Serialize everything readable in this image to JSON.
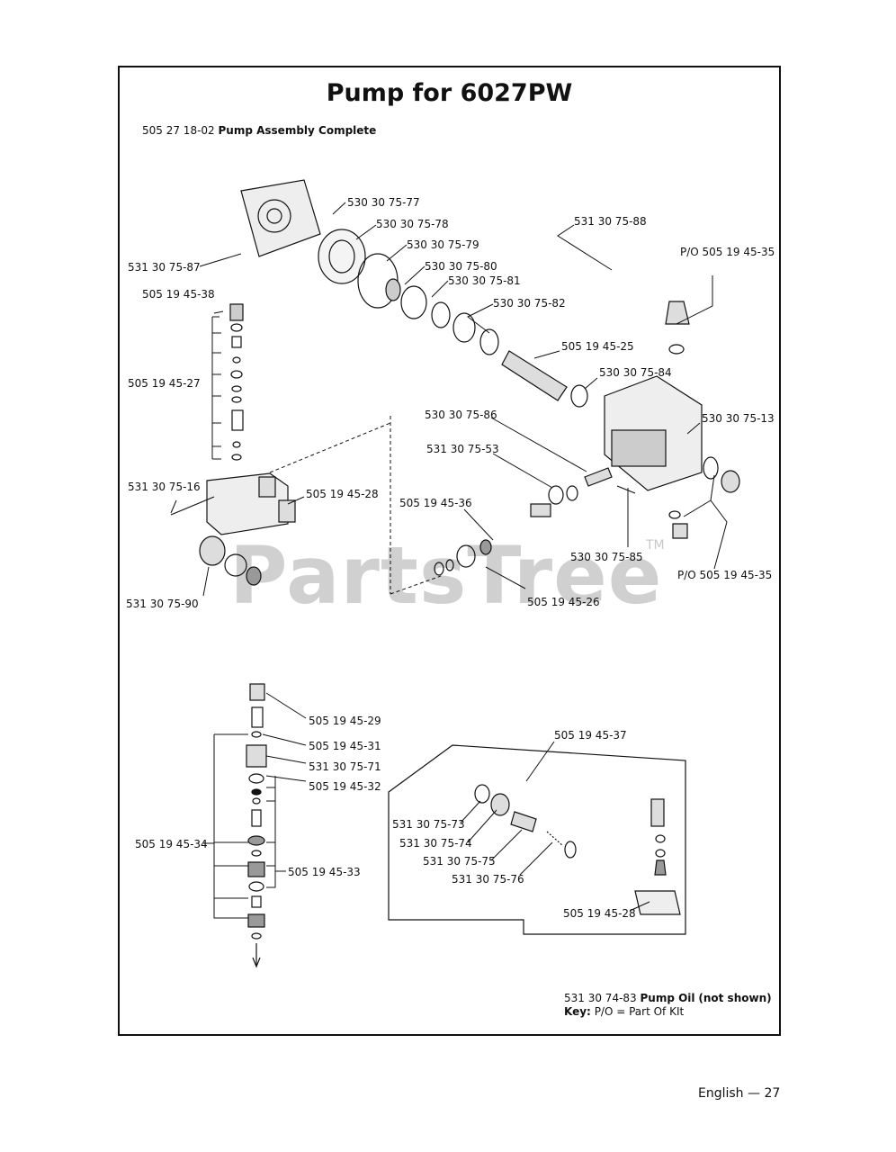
{
  "page": {
    "title": "Pump for 6027PW",
    "assembly": {
      "number": "505 27 18-02",
      "name": "Pump Assembly Complete"
    },
    "watermark": "PartsTree",
    "watermark_tm": "TM",
    "footer": "English —  27"
  },
  "callouts": [
    "530 30 75-77",
    "530 30 75-78",
    "530 30 75-79",
    "530 30 75-80",
    "530 30 75-81",
    "530 30 75-82",
    "531 30 75-88",
    "P/O 505 19 45-35",
    "531 30 75-87",
    "505 19 45-38",
    "505 19 45-25",
    "530 30 75-84",
    "505 19 45-27",
    "530 30 75-86",
    "530 30 75-13",
    "531 30 75-53",
    "531 30 75-16",
    "505 19 45-28",
    "505 19 45-36",
    "530 30 75-85",
    "P/O 505 19 45-35",
    "505 19 45-26",
    "531 30 75-90",
    "505 19 45-29",
    "505 19 45-31",
    "531 30 75-71",
    "505 19 45-32",
    "505 19 45-34",
    "505 19 45-33",
    "505 19 45-37",
    "531 30 75-73",
    "531 30 75-74",
    "531 30 75-75",
    "531 30 75-76",
    "505 19 45-28"
  ],
  "notes": {
    "oil_number": "531 30 74-83",
    "oil_name": "Pump Oil",
    "oil_note": "(not shown)",
    "key_label": "Key:",
    "key_text": "P/O = Part Of KIt"
  }
}
